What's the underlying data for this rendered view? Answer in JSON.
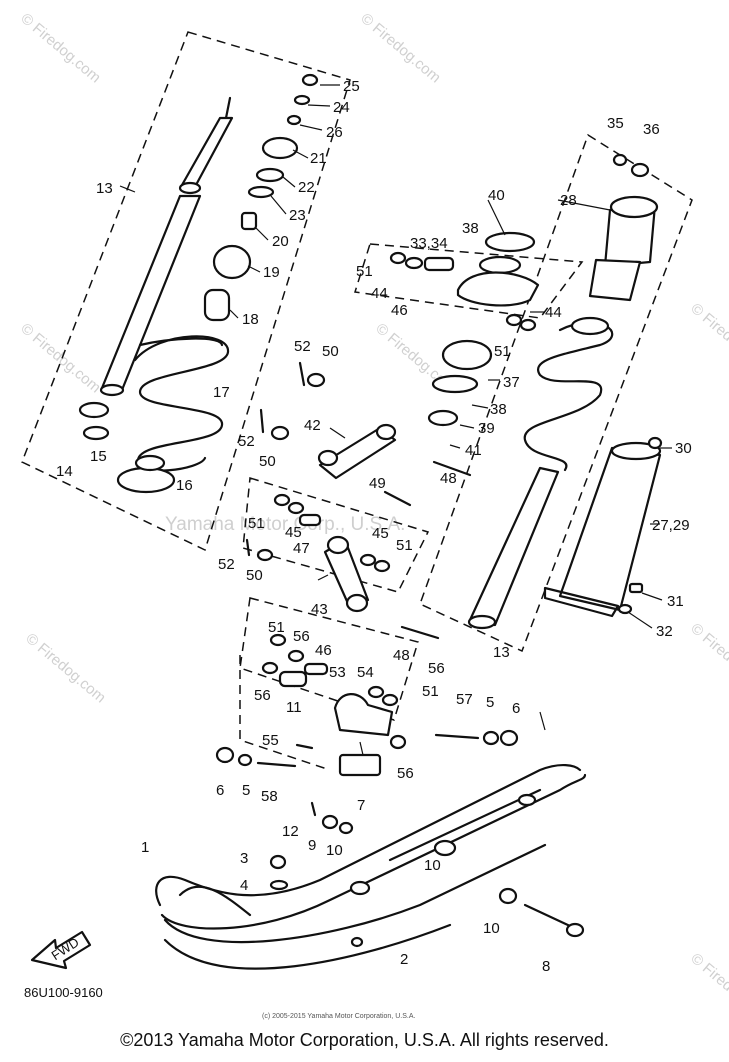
{
  "diagram_code": "86U100-9160",
  "small_copyright": "(c) 2005-2015 Yamaha Motor Corporation, U.S.A.",
  "copyright": "©2013 Yamaha Motor Corporation, U.S.A. All rights reserved.",
  "watermark_center": "Yamaha Motor Corp., U.S.A.",
  "watermark_firedog": "© Firedog.com",
  "fwd_label": "FWD",
  "callouts": {
    "c1": "1",
    "c2": "2",
    "c3": "3",
    "c4": "4",
    "c5a": "5",
    "c5b": "5",
    "c6a": "6",
    "c6b": "6",
    "c7": "7",
    "c8": "8",
    "c9": "9",
    "c10a": "10",
    "c10b": "10",
    "c10c": "10",
    "c11": "11",
    "c12": "12",
    "c13a": "13",
    "c13b": "13",
    "c14": "14",
    "c15": "15",
    "c16": "16",
    "c17": "17",
    "c18": "18",
    "c19": "19",
    "c20": "20",
    "c21": "21",
    "c22": "22",
    "c23": "23",
    "c24": "24",
    "c25": "25",
    "c26": "26",
    "c2729": "27,29",
    "c28": "28",
    "c30": "30",
    "c31": "31",
    "c32": "32",
    "c3334": "33,34",
    "c35": "35",
    "c36": "36",
    "c37": "37",
    "c38a": "38",
    "c38b": "38",
    "c39": "39",
    "c40": "40",
    "c41": "41",
    "c42": "42",
    "c43": "43",
    "c44a": "44",
    "c44b": "44",
    "c45a": "45",
    "c45b": "45",
    "c46a": "46",
    "c46b": "46",
    "c47": "47",
    "c48a": "48",
    "c48b": "48",
    "c49": "49",
    "c50a": "50",
    "c50b": "50",
    "c50c": "50",
    "c51a": "51",
    "c51b": "51",
    "c51c": "51",
    "c51d": "51",
    "c51e": "51",
    "c51f": "51",
    "c52a": "52",
    "c52b": "52",
    "c52c": "52",
    "c53": "53",
    "c54": "54",
    "c55": "55",
    "c56a": "56",
    "c56b": "56",
    "c56c": "56",
    "c56d": "56",
    "c57": "57",
    "c58": "58"
  }
}
